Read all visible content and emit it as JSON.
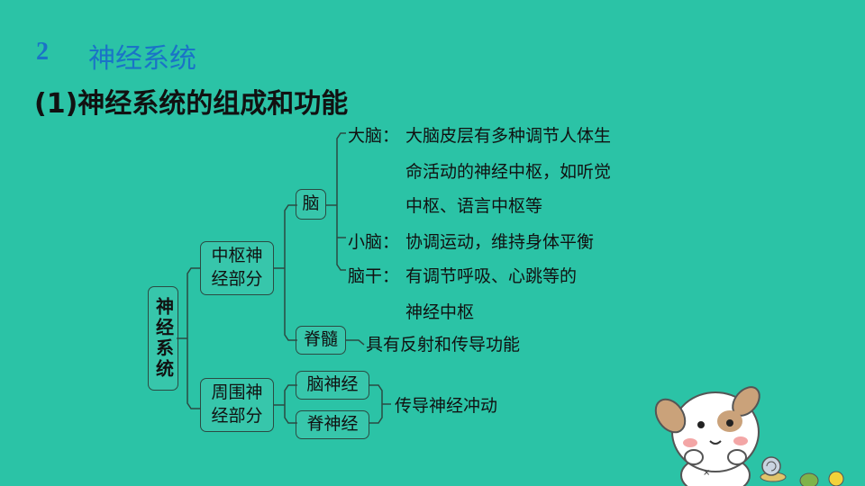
{
  "section": {
    "number": "2",
    "title": "神经系统"
  },
  "subtitle": "(1)神经系统的组成和功能",
  "tree": {
    "root": "神经系统",
    "central": "中枢神经部分",
    "central_line1": "中枢神",
    "central_line2": "经部分",
    "brain": "脑",
    "cerebrum_label": "大脑：",
    "cerebrum_l1": "大脑皮层有多种调节人体生",
    "cerebrum_l2": "命活动的神经中枢，如听觉",
    "cerebrum_l3": "中枢、语言中枢等",
    "cerebellum_label": "小脑：",
    "cerebellum_desc": "协调运动，维持身体平衡",
    "brainstem_label": "脑干：",
    "brainstem_l1": "有调节呼吸、心跳等的",
    "brainstem_l2": "神经中枢",
    "spinal_cord": "脊髓",
    "spinal_cord_desc": "具有反射和传导功能",
    "peripheral_line1": "周围神",
    "peripheral_line2": "经部分",
    "cranial_nerve": "脑神经",
    "spinal_nerve": "脊神经",
    "peripheral_desc": "传导神经冲动"
  },
  "colors": {
    "background": "#2bc3a6",
    "accent": "#1a73c7",
    "line": "#2b4a42"
  }
}
